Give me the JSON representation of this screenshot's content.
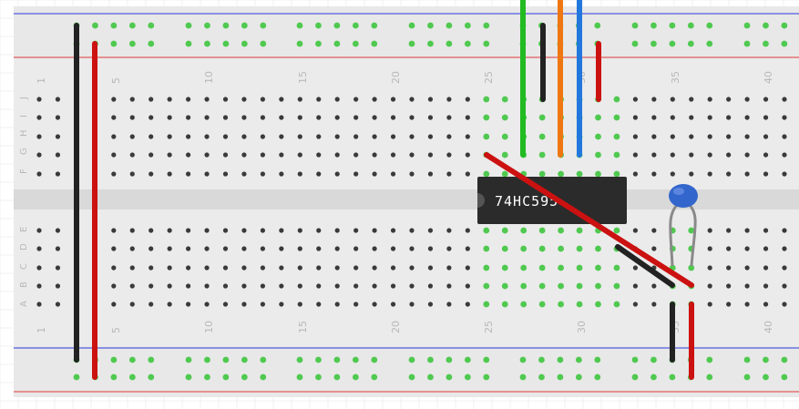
{
  "breadboard": {
    "column_numbers": [
      "1",
      "5",
      "10",
      "15",
      "20",
      "25",
      "30",
      "35",
      "40"
    ],
    "row_labels_top": [
      "J",
      "I",
      "H",
      "G",
      "F"
    ],
    "row_labels_bottom": [
      "E",
      "D",
      "C",
      "B",
      "A"
    ]
  },
  "chip": {
    "label": "74HC595"
  },
  "colors": {
    "board": "#e8e8e8",
    "hole": "#3a3a3a",
    "hole_connected": "#4fc94f",
    "rail_red": "#e23a3a",
    "rail_blue": "#2a3ae0",
    "wire_black": "#222222",
    "wire_red": "#cc1111",
    "wire_green": "#22bb22",
    "wire_orange": "#ee7711",
    "wire_blue": "#2277dd",
    "chip_body": "#2b2b2b",
    "capacitor": "#3366cc"
  },
  "components": [
    {
      "name": "black-wire-left",
      "kind": "wire",
      "color": "wire_black"
    },
    {
      "name": "red-wire-left",
      "kind": "wire",
      "color": "wire_red"
    },
    {
      "name": "green-wire",
      "kind": "wire",
      "color": "wire_green"
    },
    {
      "name": "black-wire-top",
      "kind": "wire",
      "color": "wire_black"
    },
    {
      "name": "orange-wire",
      "kind": "wire",
      "color": "wire_orange"
    },
    {
      "name": "blue-wire",
      "kind": "wire",
      "color": "wire_blue"
    },
    {
      "name": "red-wire-top",
      "kind": "wire",
      "color": "wire_red"
    },
    {
      "name": "red-wire-diagonal",
      "kind": "wire",
      "color": "wire_red"
    },
    {
      "name": "black-wire-diagonal",
      "kind": "wire",
      "color": "wire_black"
    },
    {
      "name": "black-wire-bottom",
      "kind": "wire",
      "color": "wire_black"
    },
    {
      "name": "red-wire-bottom",
      "kind": "wire",
      "color": "wire_red"
    },
    {
      "name": "ceramic-capacitor",
      "kind": "capacitor",
      "color": "capacitor"
    }
  ]
}
